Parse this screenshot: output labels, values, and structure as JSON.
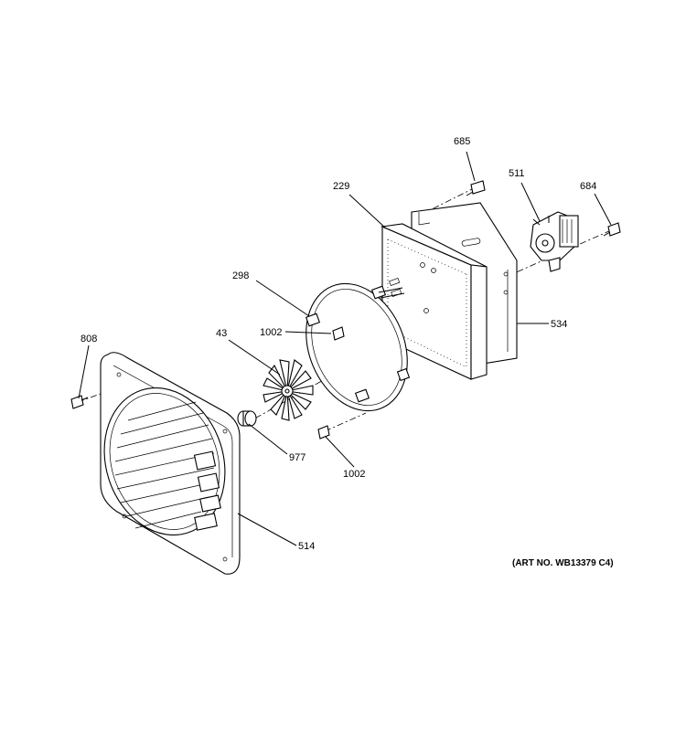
{
  "diagram": {
    "art_number": "(ART NO. WB13379 C4)",
    "parts": [
      {
        "id": "685",
        "label": "685"
      },
      {
        "id": "511",
        "label": "511"
      },
      {
        "id": "684",
        "label": "684"
      },
      {
        "id": "229",
        "label": "229"
      },
      {
        "id": "298",
        "label": "298"
      },
      {
        "id": "1002a",
        "label": "1002"
      },
      {
        "id": "534",
        "label": "534"
      },
      {
        "id": "43",
        "label": "43"
      },
      {
        "id": "808",
        "label": "808"
      },
      {
        "id": "977",
        "label": "977"
      },
      {
        "id": "1002b",
        "label": "1002"
      },
      {
        "id": "514",
        "label": "514"
      }
    ]
  }
}
